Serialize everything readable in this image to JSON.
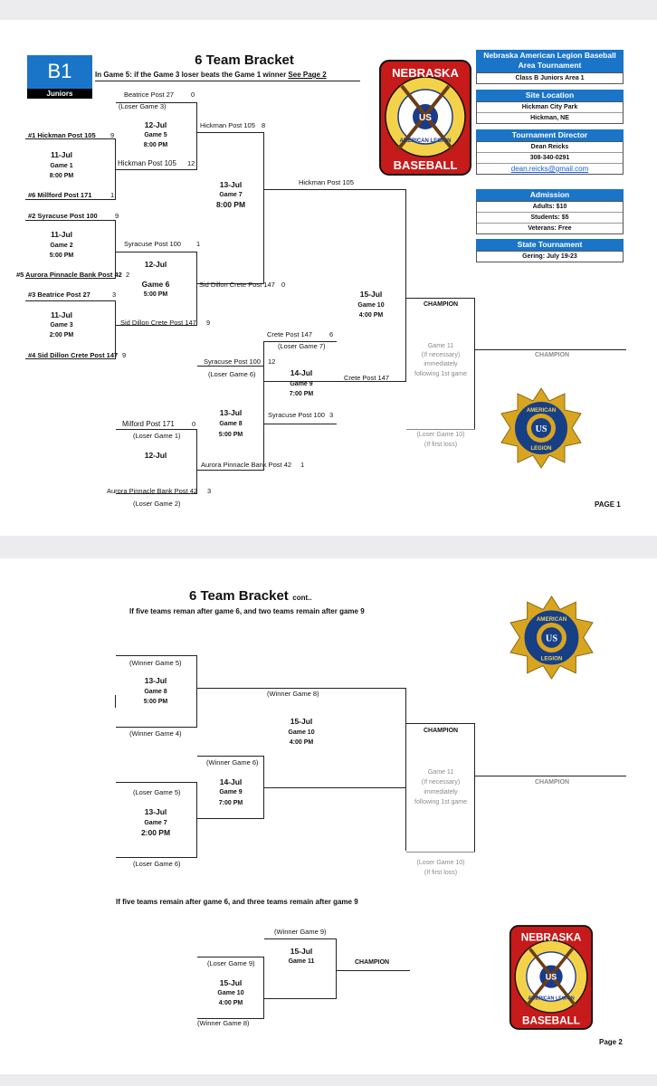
{
  "page1": {
    "badge": {
      "code": "B1",
      "division": "Juniors"
    },
    "title": "6 Team Bracket",
    "note_prefix": "In Game 5: if the Game 3 loser beats the Game 1 winner",
    "note_link": "See Page 2",
    "info": {
      "org_lines": [
        "Nebraska American Legion Baseball",
        "Area Tournament"
      ],
      "org_sub": "Class B Juniors Area 1",
      "site_header": "Site Location",
      "site_rows": [
        "Hickman City Park",
        "Hickman, NE"
      ],
      "director_header": "Tournament Director",
      "director_rows": [
        "Dean Reicks",
        "308-340-0291"
      ],
      "director_email": "dean.reicks@gmail.com",
      "admission_header": "Admission",
      "admission_rows": [
        "Adults: $10",
        "Students: $5",
        "Veterans: Free"
      ],
      "state_header": "State Tournament",
      "state_rows": [
        "Gering: July 19-23"
      ]
    },
    "teams": {
      "beatrice27_top": "Beatrice Post 27",
      "beatrice27_top_score": "0",
      "loser_g3": "(Loser Game 3)",
      "hickman_seed": "#1  Hickman Post 105",
      "hickman_seed_score": "9",
      "milford_seed": "#6  Millford Post 171",
      "milford_seed_score": "1",
      "hickman_g1w": "Hickman Post 105",
      "hickman_g1w_score": "12",
      "hickman_g5w": "Hickman Post 105",
      "hickman_g5w_score": "8",
      "hickman_g7w": "Hickman Post 105",
      "syracuse_seed": "#2  Syracuse Post 100",
      "syracuse_seed_score": "9",
      "aurora_seed": "#5  Aurora Pinnacle Bank Post 42",
      "aurora_seed_score": "2",
      "syracuse_g2w": "Syracuse Post 100",
      "syracuse_g2w_score": "1",
      "sidd_g6w": "Sid Dillon Crete Post 147",
      "sidd_g6w_score": "0",
      "beatrice_seed": "#3  Beatrice Post 27",
      "beatrice_seed_score": "3",
      "sidd_seed": "#4  Sid Dillon Crete Post 147",
      "sidd_seed_score": "9",
      "sidd_g3w": "Sid Dillon Crete Post 147",
      "sidd_g3w_score": "9",
      "crete_g7l": "Crete Post 147",
      "crete_g7l_score": "6",
      "loser_g7": "(Loser Game 7)",
      "syracuse_g6l": "Syracuse Post 100",
      "syracuse_g6l_score": "12",
      "loser_g6": "(Loser Game 6)",
      "crete_g9w": "Crete Post 147",
      "syracuse_g8w": "Syracuse Post 100",
      "syracuse_g8w_score": "3",
      "milford_g1l": "Milford Post 171",
      "milford_g1l_score": "0",
      "loser_g1": "(Loser Game 1)",
      "aurora_g2l": "Aurora Pinnacle Bank Post 42",
      "aurora_g2l_score": "3",
      "loser_g2": "(Loser Game 2)",
      "aurora_g8l": "Aurora Pinnacle Bank Post 42",
      "aurora_g8l_score": "1"
    },
    "games": {
      "g5": [
        "12-Jul",
        "Game 5",
        "8:00 PM"
      ],
      "g1": [
        "11-Jul",
        "Game 1",
        "8:00 PM"
      ],
      "g7": [
        "13-Jul",
        "Game 7",
        "8:00 PM"
      ],
      "g2": [
        "11-Jul",
        "Game 2",
        "5:00 PM"
      ],
      "g6": [
        "12-Jul",
        "Game 6",
        "5:00 PM"
      ],
      "g3": [
        "11-Jul",
        "Game 3",
        "2:00 PM"
      ],
      "g10": [
        "15-Jul",
        "Game 10",
        "4:00 PM"
      ],
      "g9": [
        "14-Jul",
        "Game 9",
        "7:00 PM"
      ],
      "g8": [
        "13-Jul",
        "Game 8",
        "5:00 PM"
      ],
      "g8_extra": "12-Jul",
      "g11": [
        "Game 11",
        "(If necessary)",
        "immediately",
        "following 1st game"
      ],
      "loser_g10": [
        "(Loser Game 10)",
        "(If first loss)"
      ]
    },
    "champion": "CHAMPION",
    "champion_gray": "CHAMPION",
    "seal_text": {
      "top": "AMERICAN",
      "center": "US",
      "bottom": "LEGION"
    },
    "logo_text": {
      "top": "NEBRASKA",
      "center": "US",
      "ring": "AMERICAN LEGION",
      "bottom": "BASEBALL"
    },
    "page_label": "PAGE 1"
  },
  "page2": {
    "title": "6 Team Bracket",
    "title_suffix": "cont..",
    "subtitle1": "If five teams reman after game 6, and two teams remain after game 9",
    "subtitle2": "If five teams remain after game 6, and three teams remain after game 9",
    "labels": {
      "winner_g5": "(Winner Game 5)",
      "winner_g4": "(Winner Game 4)",
      "winner_g8": "(Winner Game 8)",
      "winner_g6": "(Winner Game 6)",
      "loser_g5": "(Loser Game 5)",
      "loser_g6": "(Loser Game 6)",
      "winner_g9": "(Winner Game 9)",
      "loser_g9": "(Loser Game 9)",
      "winner_g8b": "(Winner Game 8)"
    },
    "games": {
      "g8": [
        "13-Jul",
        "Game 8",
        "5:00 PM"
      ],
      "g10": [
        "15-Jul",
        "Game 10",
        "4:00 PM"
      ],
      "g9": [
        "14-Jul",
        "Game 9",
        "7:00 PM"
      ],
      "g7": [
        "13-Jul",
        "Game 7",
        "2:00 PM"
      ],
      "g11": [
        "Game 11",
        "(If necessary)",
        "immediately",
        "following 1st game"
      ],
      "loser_g10": [
        "(Loser Game 10)",
        "(If first loss)"
      ],
      "g11b": [
        "15-Jul",
        "Game 11"
      ],
      "g10b": [
        "15-Jul",
        "Game 10",
        "4:00 PM"
      ]
    },
    "champion": "CHAMPION",
    "champion_gray": "CHAMPION",
    "champion_b": "CHAMPION",
    "seal_text": {
      "top": "AMERICAN",
      "center": "US",
      "bottom": "LEGION"
    },
    "logo_text": {
      "top": "NEBRASKA",
      "center": "US",
      "ring": "AMERICAN LEGION",
      "bottom": "BASEBALL"
    },
    "page_label": "Page 2"
  }
}
